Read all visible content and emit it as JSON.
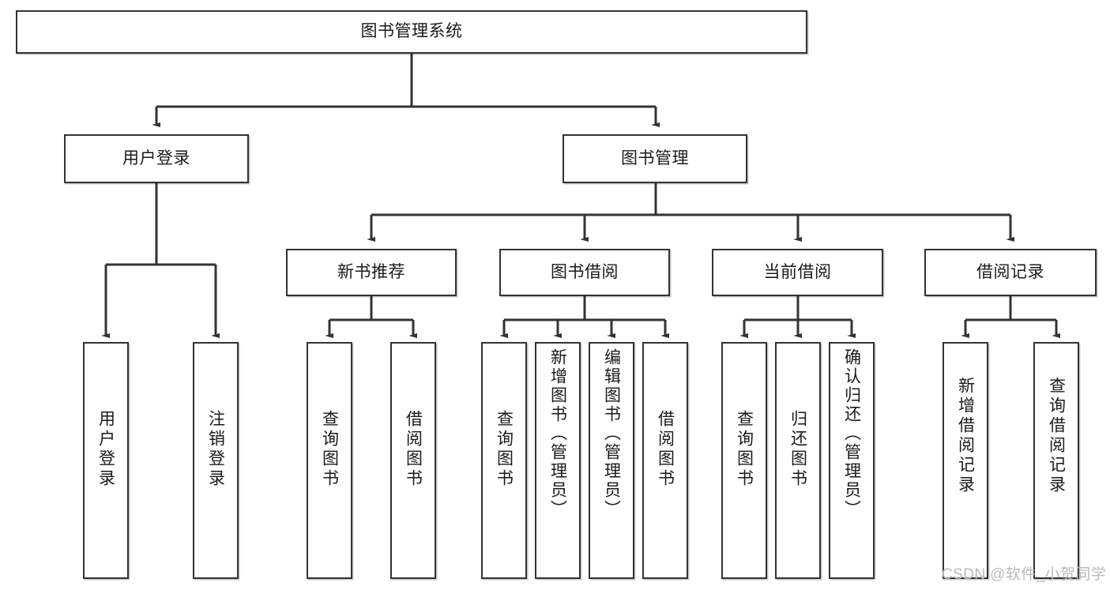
{
  "diagram": {
    "type": "tree",
    "title": "图书管理系统",
    "root": {
      "label": "图书管理系统"
    },
    "level2": [
      {
        "label": "用户登录"
      },
      {
        "label": "图书管理"
      }
    ],
    "level3": [
      {
        "label": "新书推荐"
      },
      {
        "label": "图书借阅"
      },
      {
        "label": "当前借阅"
      },
      {
        "label": "借阅记录"
      }
    ],
    "leaves": {
      "user_login": [
        {
          "label": "用户登录"
        },
        {
          "label": "注销登录"
        }
      ],
      "new_book_recommend": [
        {
          "label": "查询图书"
        },
        {
          "label": "借阅图书"
        }
      ],
      "book_borrow": [
        {
          "label": "查询图书"
        },
        {
          "label": "新增图书（管理员）"
        },
        {
          "label": "编辑图书（管理员）"
        },
        {
          "label": "借阅图书"
        }
      ],
      "current_borrow": [
        {
          "label": "查询图书"
        },
        {
          "label": "归还图书"
        },
        {
          "label": "确认归还（管理员）"
        }
      ],
      "borrow_record": [
        {
          "label": "新增借阅记录"
        },
        {
          "label": "查询借阅记录"
        }
      ]
    },
    "watermark": "CSDN @软件_小贺同学",
    "colors": {
      "stroke": "#333333",
      "background": "#ffffff",
      "text": "#1a1a1a",
      "watermark": "#b9b9b9"
    }
  }
}
